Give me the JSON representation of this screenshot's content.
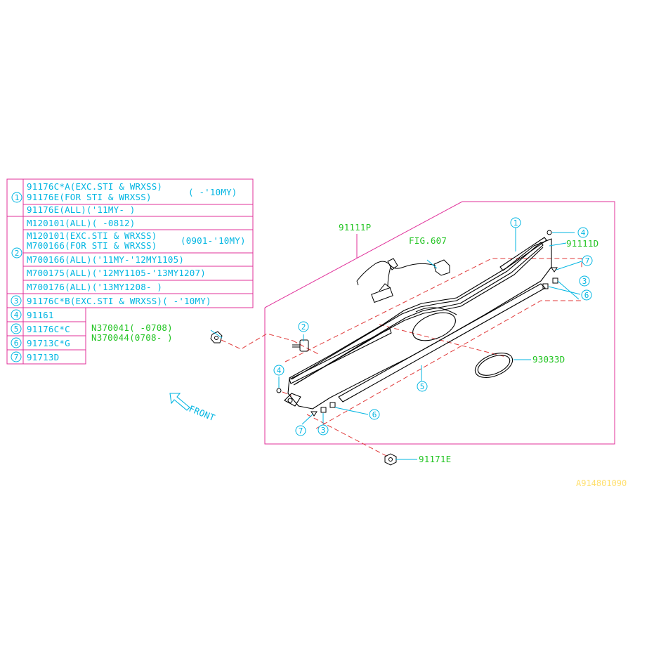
{
  "legend": {
    "row1": {
      "num": "1",
      "lines": [
        "91176C*A(EXC.STI & WRXSS)",
        "91176E(FOR STI & WRXSS)"
      ],
      "range": "( -'10MY)",
      "sub": "91176E(ALL)('11MY- )"
    },
    "row2": {
      "num": "2",
      "lines": [
        "M120101(ALL)( -0812)",
        "M120101(EXC.STI & WRXSS)",
        "M700166(FOR STI & WRXSS)",
        "M700166(ALL)('11MY-'12MY1105)",
        "M700175(ALL)('12MY1105-'13MY1207)",
        "M700176(ALL)('13MY1208- )"
      ],
      "range": "(0901-'10MY)"
    },
    "row3": {
      "num": "3",
      "text": "91176C*B(EXC.STI & WRXSS)( -'10MY)"
    },
    "row4": {
      "num": "4",
      "text": "91161"
    },
    "row5": {
      "num": "5",
      "text": "91176C*C"
    },
    "row6": {
      "num": "6",
      "text": "91713C*G"
    },
    "row7": {
      "num": "7",
      "text": "91713D"
    }
  },
  "parts": {
    "p91111P": "91111P",
    "fig607": "FIG.607",
    "p91111D": "91111D",
    "p93033D": "93033D",
    "p91171E": "91171E",
    "n370041": "N370041( -0708)",
    "n370044": "N370044(0708- )"
  },
  "callouts": {
    "c1": "1",
    "c2": "2",
    "c3a": "3",
    "c3b": "3",
    "c4a": "4",
    "c4b": "4",
    "c5": "5",
    "c6a": "6",
    "c6b": "6",
    "c7a": "7",
    "c7b": "7"
  },
  "front": "FRONT",
  "diagram_id": "A914801090",
  "colors": {
    "label": "#00b5e2",
    "part_text": "#22c422",
    "box": "#e0309a",
    "leader": "#e0309a",
    "dash": "#e03a3a",
    "id": "#ffe070"
  }
}
